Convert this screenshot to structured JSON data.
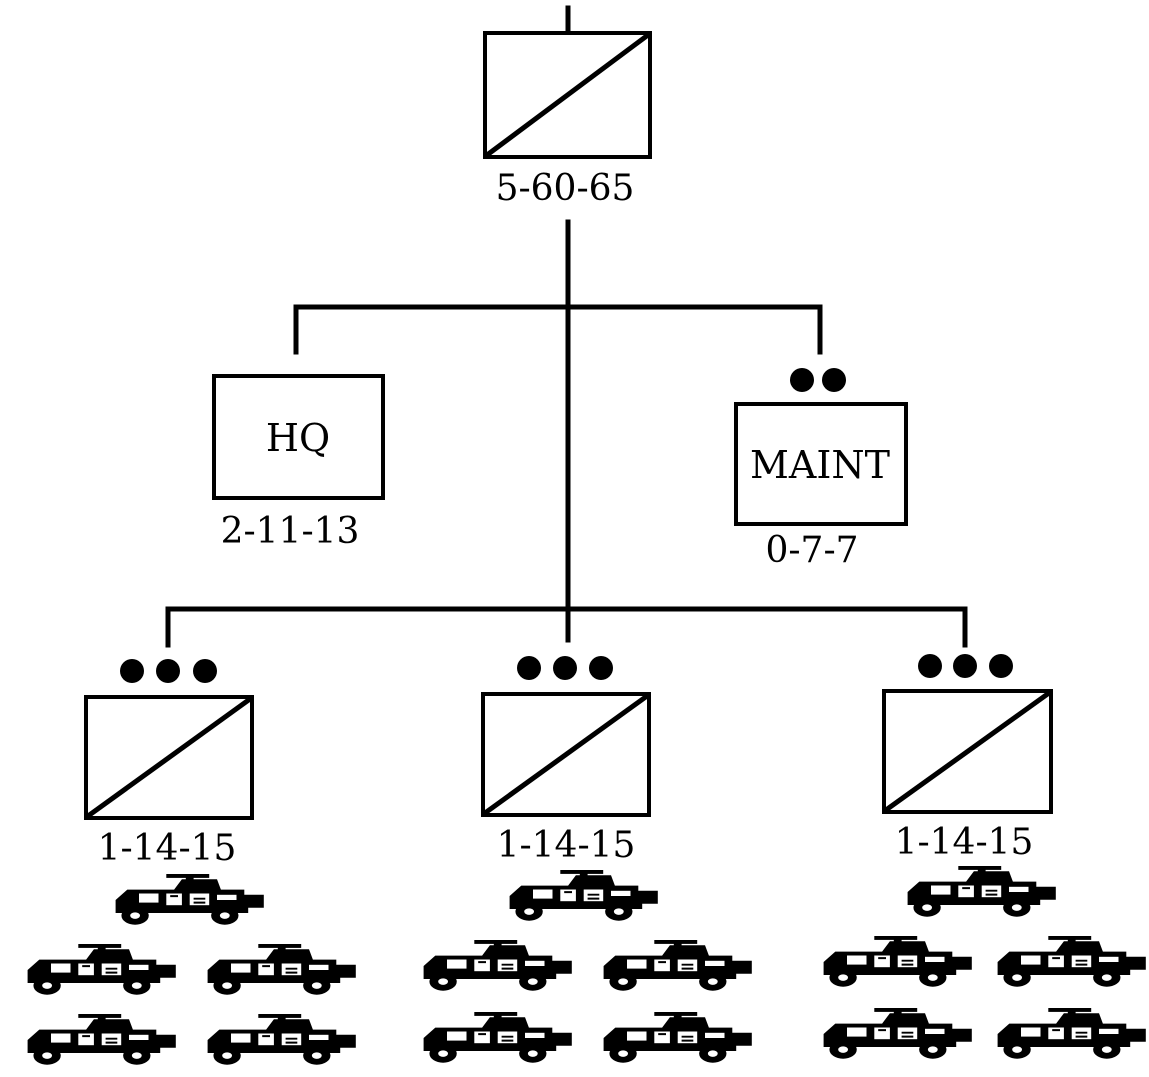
{
  "org_chart": {
    "root": {
      "type": "unit",
      "strength": "5-60-65"
    },
    "children": [
      {
        "type": "headquarters",
        "box_label": "HQ",
        "strength": "2-11-13"
      },
      {
        "type": "maintenance",
        "box_label": "MAINT",
        "strength": "0-7-7",
        "size_marker": "section (2 dots)"
      },
      {
        "type": "unit",
        "strength": "1-14-15",
        "size_marker": "platoon (3 dots)",
        "vehicle_icon": "humvee-icon",
        "vehicle_count": 5
      },
      {
        "type": "unit",
        "strength": "1-14-15",
        "size_marker": "platoon (3 dots)",
        "vehicle_icon": "humvee-icon",
        "vehicle_count": 5
      },
      {
        "type": "unit",
        "strength": "1-14-15",
        "size_marker": "platoon (3 dots)",
        "vehicle_icon": "humvee-icon",
        "vehicle_count": 5
      }
    ]
  }
}
